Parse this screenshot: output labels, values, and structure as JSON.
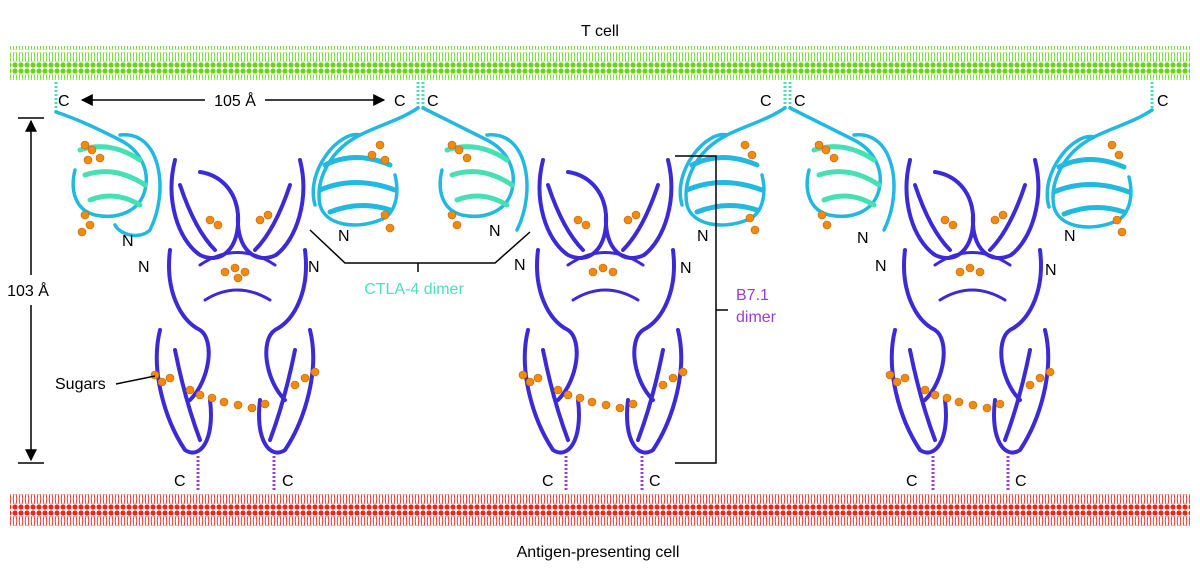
{
  "labels": {
    "t_cell": "T cell",
    "apc": "Antigen-presenting cell",
    "spacing": "105 Å",
    "height": "103 Å",
    "ctla4": "CTLA-4 dimer",
    "b71_line1": "B7.1",
    "b71_line2": "dimer",
    "sugars": "Sugars",
    "c": "C",
    "n": "N"
  },
  "colors": {
    "t_cell_membrane": "#6ad21e",
    "apc_membrane": "#e8281e",
    "ctla4_ribbon": "#22b8e0",
    "ctla4_accent": "#46e0b4",
    "b71_ribbon": "#3c2ad6",
    "sugar": "#f08a10",
    "ctla4_label": "#4fdcc4",
    "b71_label": "#9a3cd8"
  }
}
